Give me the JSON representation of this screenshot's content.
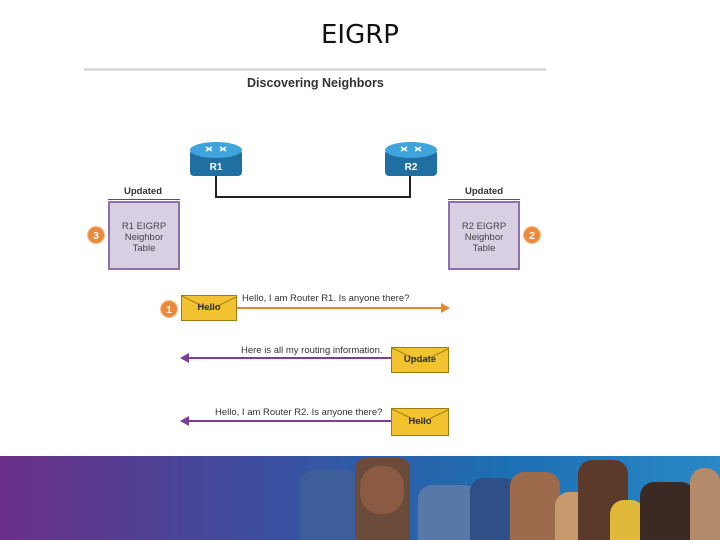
{
  "slide": {
    "title": "EIGRP"
  },
  "figure": {
    "title": "Discovering Neighbors",
    "routers": {
      "r1": "R1",
      "r2": "R2"
    },
    "left_table": {
      "status": "Updated",
      "lines": [
        "R1 EIGRP",
        "Neighbor",
        "Table"
      ],
      "step": "3"
    },
    "right_table": {
      "status": "Updated",
      "lines": [
        "R2 EIGRP",
        "Neighbor",
        "Table"
      ],
      "step": "2"
    },
    "messages": [
      {
        "step": "1",
        "packet": "Hello",
        "text": "Hello, I am Router R1. Is anyone there?",
        "direction": "right",
        "color": "#e8862e"
      },
      {
        "packet": "Update",
        "text": "Here is all my routing information.",
        "direction": "left",
        "color": "#7a3f9c"
      },
      {
        "packet": "Hello",
        "text": "Hello, I am Router R2. Is anyone there?",
        "direction": "left",
        "color": "#7a3f9c"
      }
    ]
  },
  "colors": {
    "banner_start": "#6a2f88",
    "banner_end": "#2a88c7",
    "router": "#2c8ec7",
    "table_fill": "#d9cfe3",
    "packet": "#f2c230",
    "badge": "#ea8a3c"
  }
}
